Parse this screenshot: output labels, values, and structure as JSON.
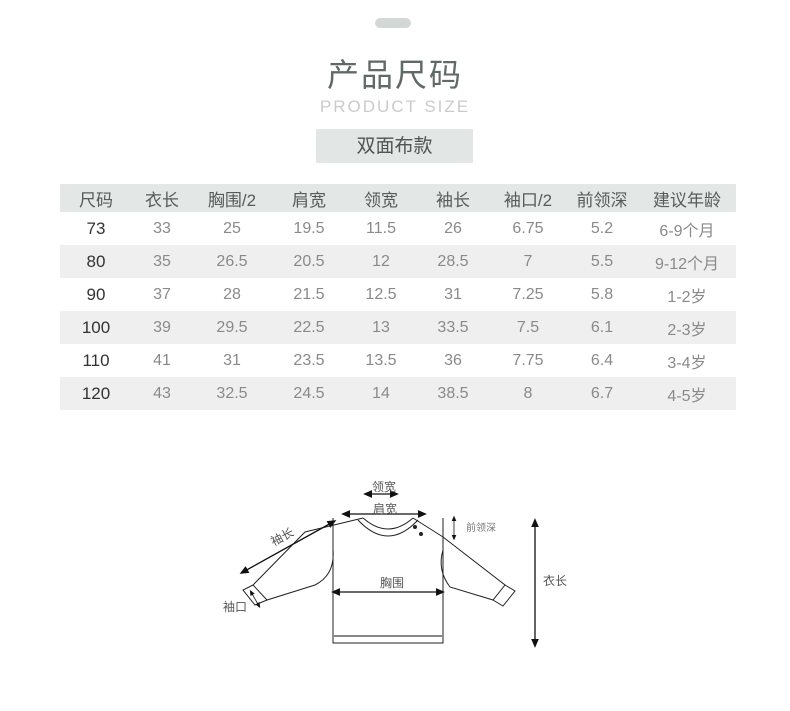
{
  "header": {
    "title": "产品尺码",
    "subtitle": "PRODUCT SIZE",
    "tag": "双面布款"
  },
  "size_table": {
    "columns": [
      "尺码",
      "衣长",
      "胸围/2",
      "肩宽",
      "领宽",
      "袖长",
      "袖口/2",
      "前领深",
      "建议年龄"
    ],
    "rows": [
      [
        "73",
        "33",
        "25",
        "19.5",
        "11.5",
        "26",
        "6.75",
        "5.2",
        "6-9个月"
      ],
      [
        "80",
        "35",
        "26.5",
        "20.5",
        "12",
        "28.5",
        "7",
        "5.5",
        "9-12个月"
      ],
      [
        "90",
        "37",
        "28",
        "21.5",
        "12.5",
        "31",
        "7.25",
        "5.8",
        "1-2岁"
      ],
      [
        "100",
        "39",
        "29.5",
        "22.5",
        "13",
        "33.5",
        "7.5",
        "6.1",
        "2-3岁"
      ],
      [
        "110",
        "41",
        "31",
        "23.5",
        "13.5",
        "36",
        "7.75",
        "6.4",
        "3-4岁"
      ],
      [
        "120",
        "43",
        "32.5",
        "24.5",
        "14",
        "38.5",
        "8",
        "6.7",
        "4-5岁"
      ]
    ]
  },
  "diagram": {
    "labels": {
      "collar_width": "领宽",
      "shoulder_width": "肩宽",
      "sleeve_length": "袖长",
      "front_neck_depth": "前领深",
      "chest": "胸围",
      "cuff": "袖口",
      "body_length": "衣长"
    }
  },
  "colors": {
    "header_bg": "#e3e7e5",
    "alt_row_bg": "#efefef",
    "tag_bg": "#e2e6e4",
    "pill": "#d3d8d6"
  }
}
